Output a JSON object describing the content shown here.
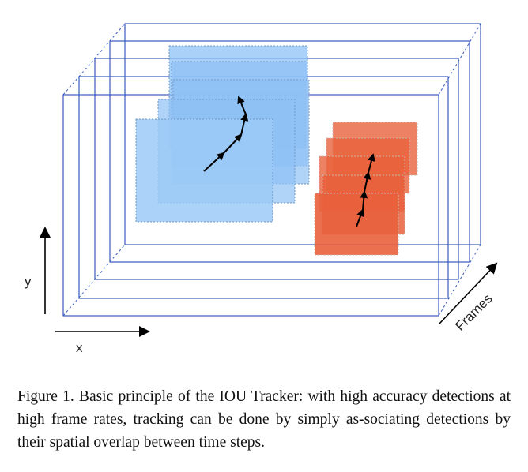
{
  "diagram": {
    "axis_labels": {
      "x": "x",
      "y": "y",
      "frames": "Frames"
    },
    "colors": {
      "frame_stroke": "#3b5bbf",
      "blue_fill": "#8ec1f5",
      "blue_stroke": "#6f98c8",
      "red_fill": "#e8613c",
      "red_stroke": "#c9b8b0",
      "arrow": "#000000",
      "axis": "#000000"
    }
  },
  "caption": {
    "text": "Figure 1. Basic principle of the IOU Tracker: with high accuracy detections at high frame rates, tracking can be done by simply as-sociating detections by their spatial overlap between time steps."
  }
}
